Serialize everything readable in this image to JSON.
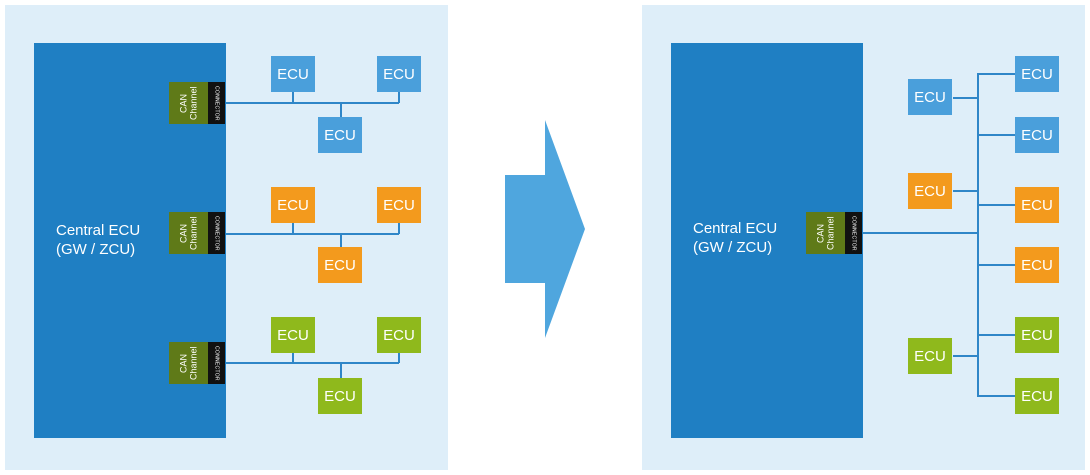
{
  "left": {
    "central_label_1": "Central ECU",
    "central_label_2": "(GW / ZCU)",
    "can_channels": [
      {
        "channel": "CAN Channel",
        "connector": "CONNECTOR"
      },
      {
        "channel": "CAN Channel",
        "connector": "CONNECTOR"
      },
      {
        "channel": "CAN Channel",
        "connector": "CONNECTOR"
      }
    ],
    "ecus": [
      "ECU",
      "ECU",
      "ECU",
      "ECU",
      "ECU",
      "ECU",
      "ECU",
      "ECU",
      "ECU"
    ]
  },
  "right": {
    "central_label_1": "Central ECU",
    "central_label_2": "(GW / ZCU)",
    "can_channel": {
      "channel": "CAN Channel",
      "connector": "CONNECTOR"
    },
    "ecus": [
      "ECU",
      "ECU",
      "ECU",
      "ECU",
      "ECU",
      "ECU",
      "ECU",
      "ECU",
      "ECU"
    ]
  },
  "colors": {
    "panel": "#deeef9",
    "central": "#1f7fc3",
    "line": "#2f86c8",
    "ecu_blue": "#4a9fdb",
    "ecu_orange": "#f39a1d",
    "ecu_green": "#8fb91c",
    "can": "#5f7a18",
    "arrow": "#4fa6de"
  }
}
